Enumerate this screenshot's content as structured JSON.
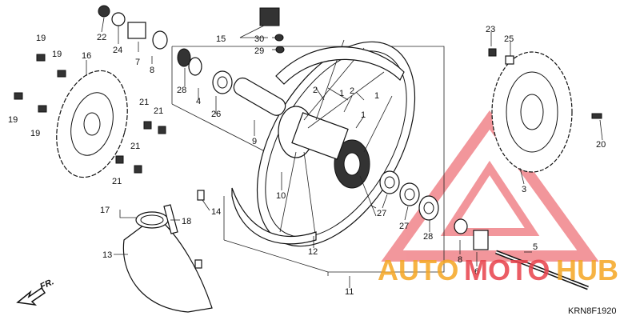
{
  "diagram": {
    "code": "KRN8F1920",
    "direction_label": "FR.",
    "watermark": {
      "part1": "AUTO",
      "part2": "MOTO",
      "part3": "HUB",
      "color_orange": "#f5a623",
      "color_red": "#e8414b"
    },
    "callouts": [
      "1",
      "1",
      "1",
      "2",
      "2",
      "3",
      "4",
      "5",
      "6",
      "7",
      "8",
      "8",
      "9",
      "10",
      "11",
      "12",
      "13",
      "14",
      "15",
      "16",
      "17",
      "18",
      "19",
      "19",
      "19",
      "19",
      "20",
      "21",
      "21",
      "21",
      "21",
      "22",
      "23",
      "24",
      "25",
      "26",
      "27",
      "27",
      "28",
      "28",
      "29",
      "30"
    ]
  }
}
